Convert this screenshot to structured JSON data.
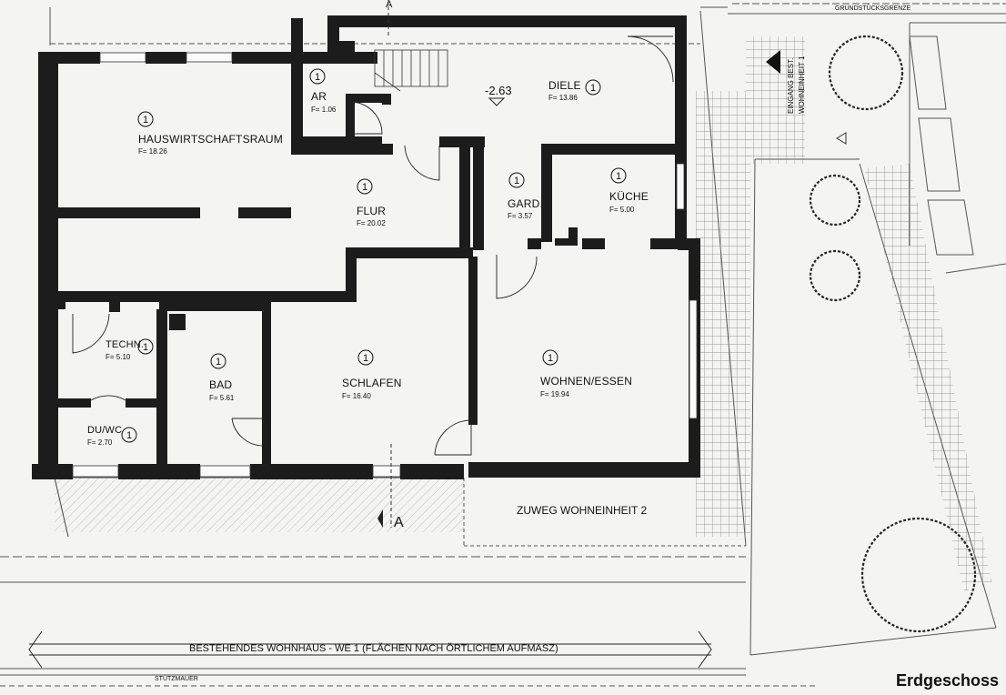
{
  "rooms": {
    "hausw": {
      "number": "1",
      "name": "HAUSWIRTSCHAFTSRAUM",
      "area": "F= 18.26"
    },
    "ar": {
      "number": "1",
      "name": "AR",
      "area": "F= 1.06"
    },
    "diele": {
      "number": "1",
      "name": "DIELE",
      "area": "F= 13.86"
    },
    "flur": {
      "number": "1",
      "name": "FLUR",
      "area": "F= 20.02"
    },
    "gard": {
      "number": "1",
      "name": "GARD.",
      "area": "F= 3.57"
    },
    "kueche": {
      "number": "1",
      "name": "KÜCHE",
      "area": "F= 5.00"
    },
    "techn": {
      "number": "1",
      "name": "TECHN.",
      "area": "F= 5.10"
    },
    "bad": {
      "number": "1",
      "name": "BAD",
      "area": "F= 5.61"
    },
    "schlafen": {
      "number": "1",
      "name": "SCHLAFEN",
      "area": "F= 16.40"
    },
    "wohnen": {
      "number": "1",
      "name": "WOHNEN/ESSEN",
      "area": "F= 19.94"
    },
    "duwc": {
      "number": "1",
      "name": "DU/WC",
      "area": "F= 2.70"
    }
  },
  "level_mark": "-2.63",
  "section_marker": "A",
  "labels": {
    "eingang_1": "EINGANG BEST.",
    "eingang_2": "WOHNEINHEIT 1",
    "grundstuecksgrenze": "GRUNDSTÜCKSGRENZE",
    "zuweg": "ZUWEG WOHNEINHEIT 2",
    "bestehendes": "BESTEHENDES WOHNHAUS - WE 1 (FLÄCHEN NACH ÖRTLICHEM AUFMASZ)",
    "stuetzmauer": "STÜTZMAUER"
  },
  "page_title": "Erdgeschoss",
  "colors": {
    "wall": "#1c1c1c",
    "paper": "#f4f4f2",
    "line": "#333333"
  }
}
